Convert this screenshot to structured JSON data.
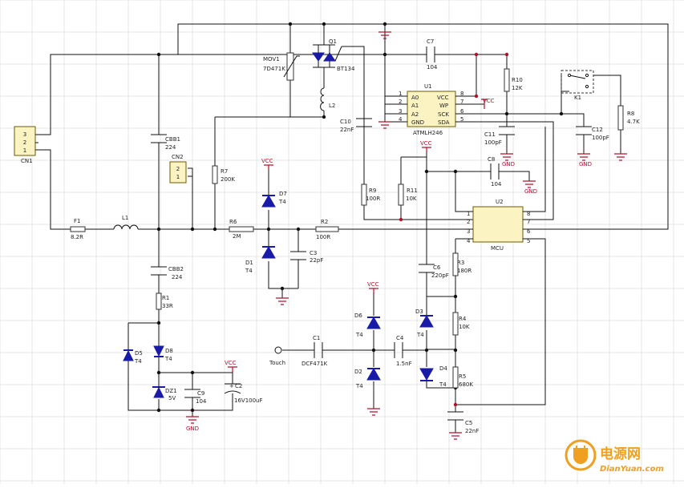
{
  "components": {
    "cn1": {
      "ref": "CN1",
      "pins": [
        "3",
        "2",
        "1"
      ]
    },
    "cn2": {
      "ref": "CN2",
      "pins": [
        "2",
        "1"
      ]
    },
    "f1": {
      "ref": "F1",
      "value": "8.2R"
    },
    "l1": {
      "ref": "L1"
    },
    "l2": {
      "ref": "L2"
    },
    "cbb1": {
      "ref": "CBB1",
      "value": "224"
    },
    "cbb2": {
      "ref": "CBB2",
      "value": "224"
    },
    "mov1": {
      "ref": "MOV1",
      "value": "7D471K"
    },
    "q1": {
      "ref": "Q1",
      "value": "BT134"
    },
    "r1": {
      "ref": "R1",
      "value": "33R"
    },
    "r2": {
      "ref": "R2",
      "value": "100R"
    },
    "r3": {
      "ref": "R3",
      "value": "180R"
    },
    "r4": {
      "ref": "R4",
      "value": "10K"
    },
    "r5": {
      "ref": "R5",
      "value": "680K"
    },
    "r6": {
      "ref": "R6",
      "value": "2M"
    },
    "r7": {
      "ref": "R7",
      "value": "200K"
    },
    "r8": {
      "ref": "R8",
      "value": "4.7K"
    },
    "r9": {
      "ref": "R9",
      "value": "100R"
    },
    "r10": {
      "ref": "R10",
      "value": "12K"
    },
    "r11": {
      "ref": "R11",
      "value": "10K"
    },
    "c1": {
      "ref": "C1",
      "value": "DCF471K"
    },
    "c2": {
      "ref": "C2",
      "value": "16V100uF"
    },
    "c3": {
      "ref": "C3",
      "value": "22pF"
    },
    "c4": {
      "ref": "C4",
      "value": "1.5nF"
    },
    "c5": {
      "ref": "C5",
      "value": "22nF"
    },
    "c6": {
      "ref": "C6",
      "value": "220pF"
    },
    "c7": {
      "ref": "C7",
      "value": "104"
    },
    "c8": {
      "ref": "C8",
      "value": "104"
    },
    "c9": {
      "ref": "C9",
      "value": "104"
    },
    "c10": {
      "ref": "C10",
      "value": "22nF"
    },
    "c11": {
      "ref": "C11",
      "value": "100pF"
    },
    "c12": {
      "ref": "C12",
      "value": "100pF"
    },
    "d1": {
      "ref": "D1",
      "value": "T4"
    },
    "d2": {
      "ref": "D2",
      "value": "T4"
    },
    "d3": {
      "ref": "D3",
      "value": "T4"
    },
    "d4": {
      "ref": "D4",
      "value": "T4"
    },
    "d5": {
      "ref": "D5",
      "value": "T4"
    },
    "d6": {
      "ref": "D6",
      "value": "T4"
    },
    "d7": {
      "ref": "D7",
      "value": "T4"
    },
    "d8": {
      "ref": "D8",
      "value": "T4"
    },
    "dz1": {
      "ref": "DZ1",
      "value": "5V"
    },
    "k1": {
      "ref": "K1"
    },
    "touch": {
      "label": "Touch"
    }
  },
  "u1": {
    "ref": "U1",
    "part": "ATMLH246",
    "left_pins": [
      "1",
      "2",
      "3",
      "4"
    ],
    "left_names": [
      "A0",
      "A1",
      "A2",
      "GND"
    ],
    "right_pins": [
      "8",
      "7",
      "6",
      "5"
    ],
    "right_names": [
      "VCC",
      "WP",
      "SCK",
      "SDA"
    ]
  },
  "u2": {
    "ref": "U2",
    "part": "MCU",
    "left_pins": [
      "1",
      "2",
      "3",
      "4"
    ],
    "right_pins": [
      "8",
      "7",
      "6",
      "5"
    ]
  },
  "power": {
    "vcc": "VCC",
    "gnd": "GND"
  },
  "watermark": {
    "brand": "电源网",
    "url": "DianYuan.com"
  },
  "colors": {
    "wire": "#111111",
    "diode": "#1a1aa8",
    "power": "#b0122a",
    "ic_fill": "#fbf3c1",
    "grid": "#e6e6e6",
    "logo": "#f0a020"
  }
}
